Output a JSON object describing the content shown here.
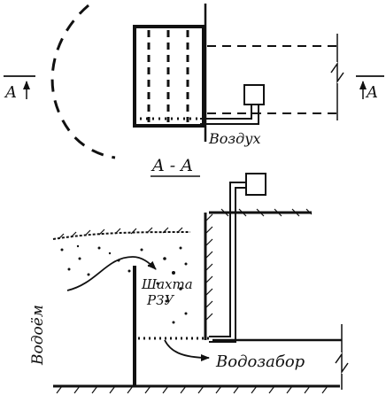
{
  "labels": {
    "section_left": "A",
    "section_right": "A",
    "section_title": "A - A",
    "air": "Воздух",
    "shaft_line1": "Шахта",
    "shaft_line2": "РЗУ",
    "reservoir": "Водоём",
    "water_intake": "Водозабор"
  },
  "colors": {
    "ink": "#111111",
    "background": "#ffffff"
  }
}
